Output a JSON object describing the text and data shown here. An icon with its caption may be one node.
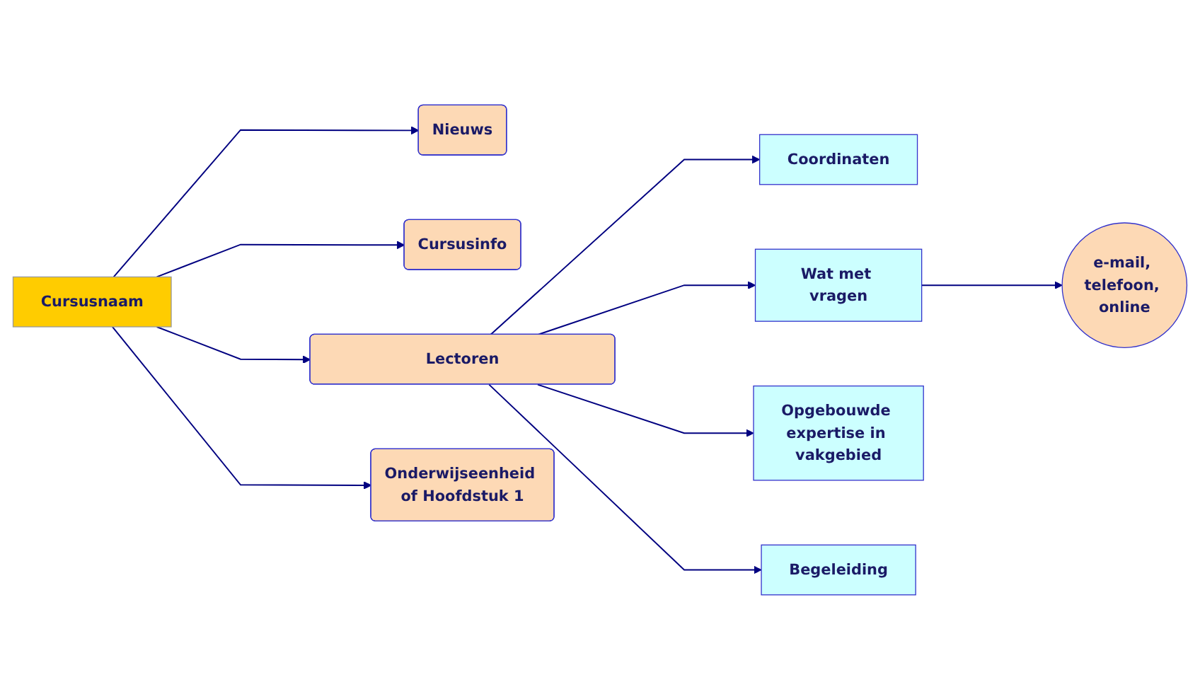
{
  "diagram": {
    "nodes": [
      {
        "text": [
          "Cursusnaam"
        ]
      },
      {
        "text": [
          "Nieuws"
        ]
      },
      {
        "text": [
          "Cursusinfo"
        ]
      },
      {
        "text": [
          "Lectoren"
        ]
      },
      {
        "text": [
          "Onderwijseenheid of Hoofdstuk 1"
        ]
      },
      {
        "text": [
          "Coordinaten"
        ]
      },
      {
        "text": [
          "Wat met vragen"
        ]
      },
      {
        "text": [
          "Opgebouwde expertise in vakgebied"
        ]
      },
      {
        "text": [
          "Begeleiding"
        ]
      },
      {
        "text": [
          "e-mail, telefoon, online"
        ]
      }
    ],
    "edges": [
      {
        "from": 0,
        "to": 1,
        "arrow": "to"
      },
      {
        "from": 0,
        "to": 2,
        "arrow": "to"
      },
      {
        "from": 0,
        "to": 3,
        "arrow": "to"
      },
      {
        "from": 0,
        "to": 4,
        "arrow": "to"
      },
      {
        "from": 3,
        "to": 5,
        "arrow": "to"
      },
      {
        "from": 3,
        "to": 6,
        "arrow": "to"
      },
      {
        "from": 3,
        "to": 7,
        "arrow": "to"
      },
      {
        "from": 3,
        "to": 8,
        "arrow": "to"
      },
      {
        "from": 6,
        "to": 9,
        "arrow": "to"
      }
    ]
  }
}
